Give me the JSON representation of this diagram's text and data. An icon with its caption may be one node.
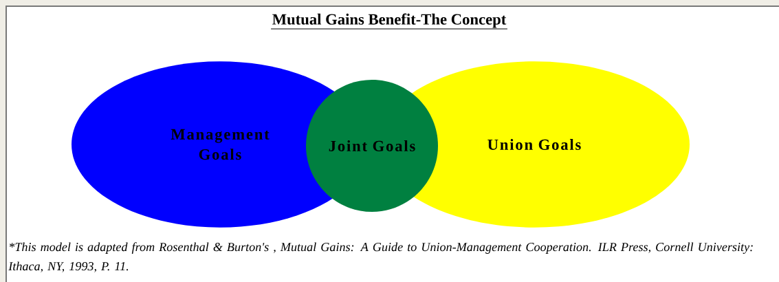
{
  "diagram": {
    "title": "Mutual Gains Benefit-The Concept",
    "caption": "*This model is adapted from Rosenthal & Burton's , Mutual Gains: A Guide to Union-Management Cooperation. ILR Press, Cornell University: Ithaca, NY, 1993, P. 11.",
    "nodes": [
      {
        "text": [
          "Management Goals"
        ]
      },
      {
        "text": [
          "Union Goals"
        ]
      },
      {
        "text": [
          "Joint Goals"
        ]
      }
    ]
  }
}
